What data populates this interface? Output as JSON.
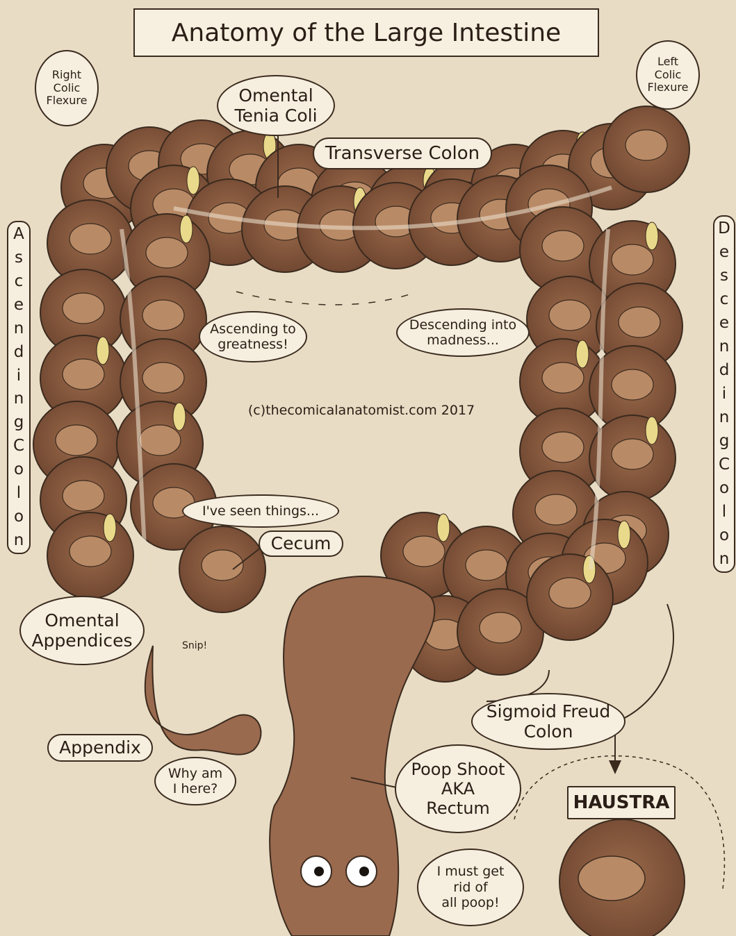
{
  "title": "Anatomy of the Large Intestine",
  "credit": "(c)thecomicalanatomist.com 2017",
  "side_labels": {
    "ascending": "Ascending Colon",
    "descending": "Descending Colon"
  },
  "labels": {
    "right_colic_flexure": [
      "Right",
      "Colic",
      "Flexure"
    ],
    "left_colic_flexure": [
      "Left",
      "Colic",
      "Flexure"
    ],
    "omental_tenia_coli": [
      "Omental",
      "Tenia Coli"
    ],
    "transverse_colon": "Transverse Colon",
    "cecum": "Cecum",
    "omental_appendices": [
      "Omental",
      "Appendices"
    ],
    "appendix": "Appendix",
    "sigmoid_colon": [
      "Sigmoid Freud",
      "Colon"
    ],
    "rectum": [
      "Poop Shoot",
      "AKA",
      "Rectum"
    ],
    "haustra": "HAUSTRA"
  },
  "speech": {
    "ascending": [
      "Ascending to",
      "greatness!"
    ],
    "descending": [
      "Descending into",
      "madness..."
    ],
    "seen_things": "I've seen things...",
    "why_here": [
      "Why am",
      "I here?"
    ],
    "must_get_rid": [
      "I must get",
      "rid of",
      "all poop!"
    ],
    "snip": "Snip!"
  },
  "colors": {
    "background": "#e8dcc4",
    "haustra_fill": "#8a5a3c",
    "haustra_dark": "#5e3a26",
    "haustra_face": "#b98a66",
    "appendage": "#e9d98a",
    "outline": "#3a2a1e"
  }
}
